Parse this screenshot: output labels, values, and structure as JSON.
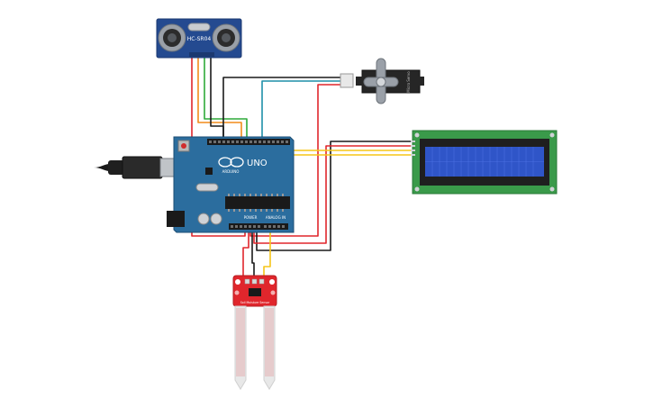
{
  "components": {
    "ultrasonic": {
      "model": "HC-SR04"
    },
    "arduino": {
      "logo": "ARDUINO",
      "model": "UNO",
      "power_label": "POWER",
      "analog_label": "ANALOG IN"
    },
    "servo": {
      "label": "Micro Servo"
    },
    "lcd": {},
    "soil": {
      "label": "Soil Moisture Sensor"
    }
  },
  "colors": {
    "board_blue": "#2b6d9e",
    "pcb_green": "#3a9a4a",
    "sensor_red": "#e0262c",
    "lcd_blue": "#2f55c8",
    "wire_red": "#e0262c",
    "wire_black": "#1a1a1a",
    "wire_green": "#2eaa3a",
    "wire_yellow": "#f5c518",
    "wire_orange": "#f28c1a",
    "wire_teal": "#1f8fa8"
  }
}
